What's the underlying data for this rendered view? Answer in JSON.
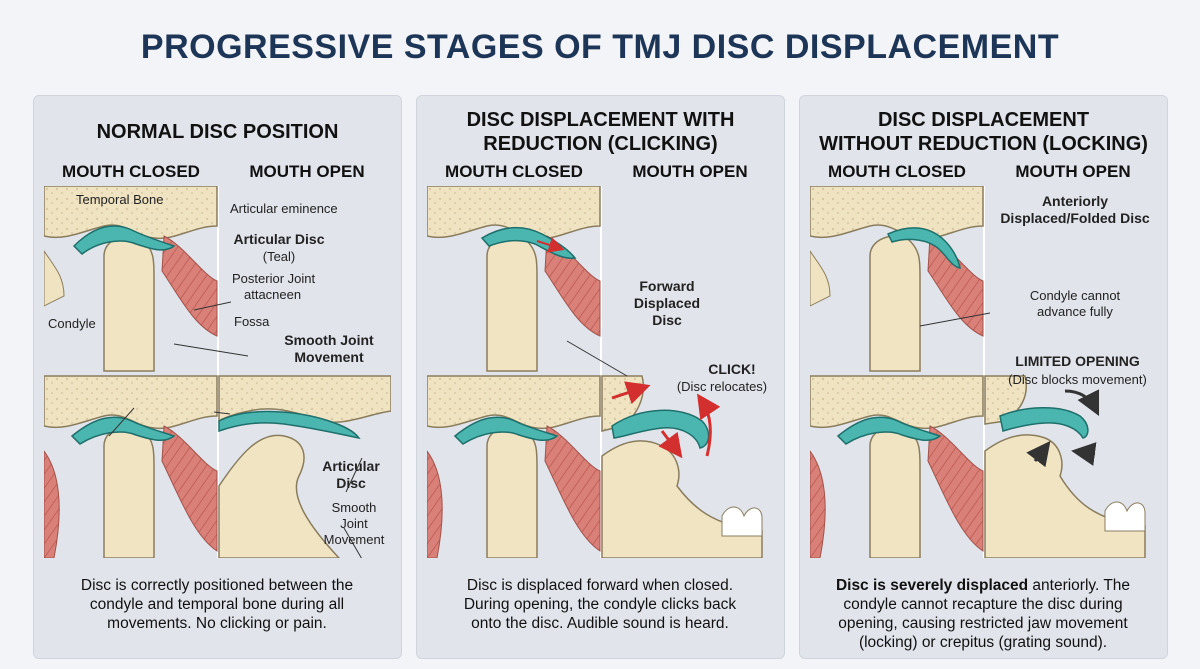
{
  "title": "PROGRESSIVE STAGES OF TMJ DISC DISPLACEMENT",
  "panels": [
    {
      "title": "NORMAL DISC POSITION",
      "closed_label": "MOUTH CLOSED",
      "open_label": "MOUTH OPEN",
      "labels": {
        "temporal_bone": "Temporal Bone",
        "articular_eminence": "Articular eminence",
        "articular_disc": "Articular Disc",
        "articular_disc_sub": "(Teal)",
        "posterior_attachment_1": "Posterior Joint",
        "posterior_attachment_2": "attacneen",
        "condyle": "Condyle",
        "fossa": "Fossa",
        "smooth_1": "Smooth Joint",
        "smooth_2": "Movement",
        "articular_disc2_1": "Articular",
        "articular_disc2_2": "Disc",
        "smooth3_1": "Smooth",
        "smooth3_2": "Joint",
        "smooth3_3": "Movement"
      },
      "caption_lines": [
        "Disc is correctly positioned between the",
        "condyle and temporal bone during all",
        "movements. No clicking or pain."
      ]
    },
    {
      "title_lines": [
        "DISC DISPLACEMENT WITH",
        "REDUCTION (CLICKING)"
      ],
      "closed_label": "MOUTH CLOSED",
      "open_label": "MOUTH OPEN",
      "labels": {
        "forward_1": "Forward",
        "forward_2": "Displaced",
        "forward_3": "Disc",
        "click": "CLICK!",
        "click_sub": "(Disc relocates)"
      },
      "caption_lines": [
        "Disc is displaced forward when closed.",
        "During opening, the condyle clicks back",
        "onto the disc. Audible sound is heard."
      ]
    },
    {
      "title_lines": [
        "DISC DISPLACEMENT",
        "WITHOUT REDUCTION (LOCKING)"
      ],
      "closed_label": "MOUTH CLOSED",
      "open_label": "MOUTH OPEN",
      "labels": {
        "folded_1": "Anteriorly",
        "folded_2": "Displaced/Folded Disc",
        "cannot_1": "Condyle cannot",
        "cannot_2": "advance fully",
        "limited": "LIMITED OPENING",
        "limited_sub": "(Disc blocks movement)"
      },
      "caption_bold": "Disc is severely displaced",
      "caption_first_rest": " anteriorly. The",
      "caption_lines": [
        "condyle cannot recapture the disc during",
        "opening, causing restricted jaw movement",
        "(locking) or crepitus (grating sound)."
      ]
    }
  ],
  "colors": {
    "title": "#1d3557",
    "bone": "#f1e4c3",
    "bone_edge": "#8a7d5e",
    "disc": "#4bb6b0",
    "muscle": "#d98078",
    "arrow_red": "#d32f2f"
  }
}
